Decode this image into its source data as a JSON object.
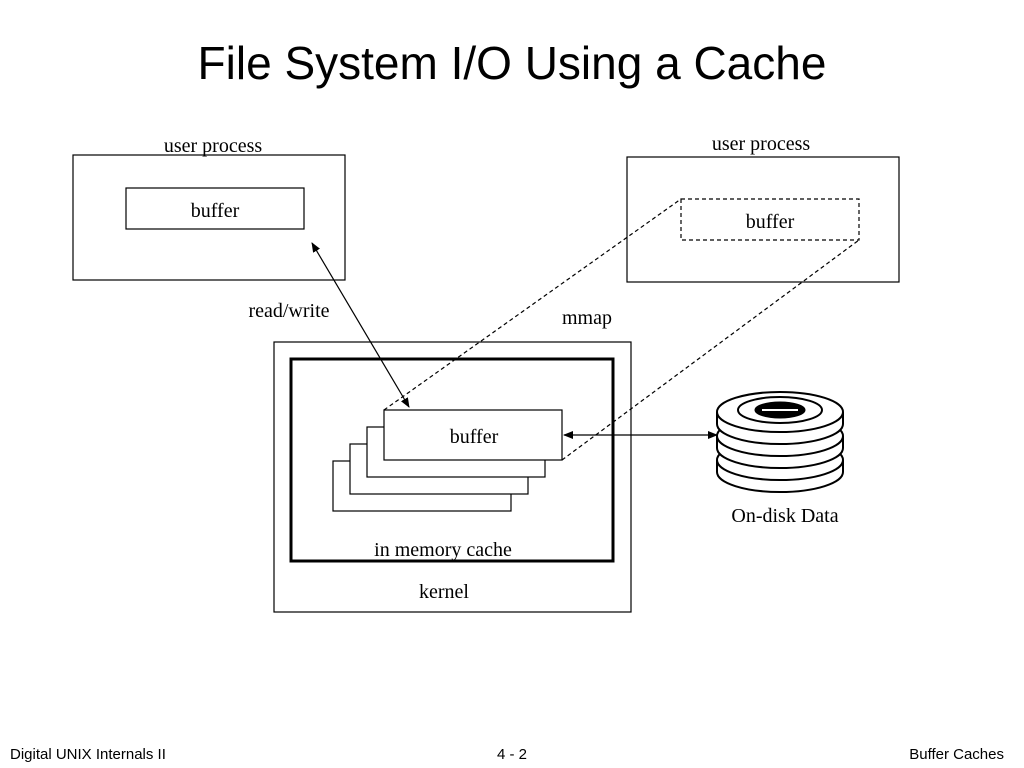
{
  "slide": {
    "title": "File System I/O Using a Cache",
    "footer": {
      "left": "Digital UNIX Internals II",
      "center": "4 - 2",
      "right": "Buffer Caches"
    }
  },
  "diagram": {
    "left_process": {
      "label": "user process",
      "buffer_label": "buffer"
    },
    "right_process": {
      "label": "user process",
      "buffer_label": "buffer"
    },
    "read_write_label": "read/write",
    "mmap_label": "mmap",
    "kernel": {
      "label": "kernel",
      "cache_label": "in memory cache",
      "buffer_label": "buffer"
    },
    "disk": {
      "label": "On-disk Data"
    }
  }
}
